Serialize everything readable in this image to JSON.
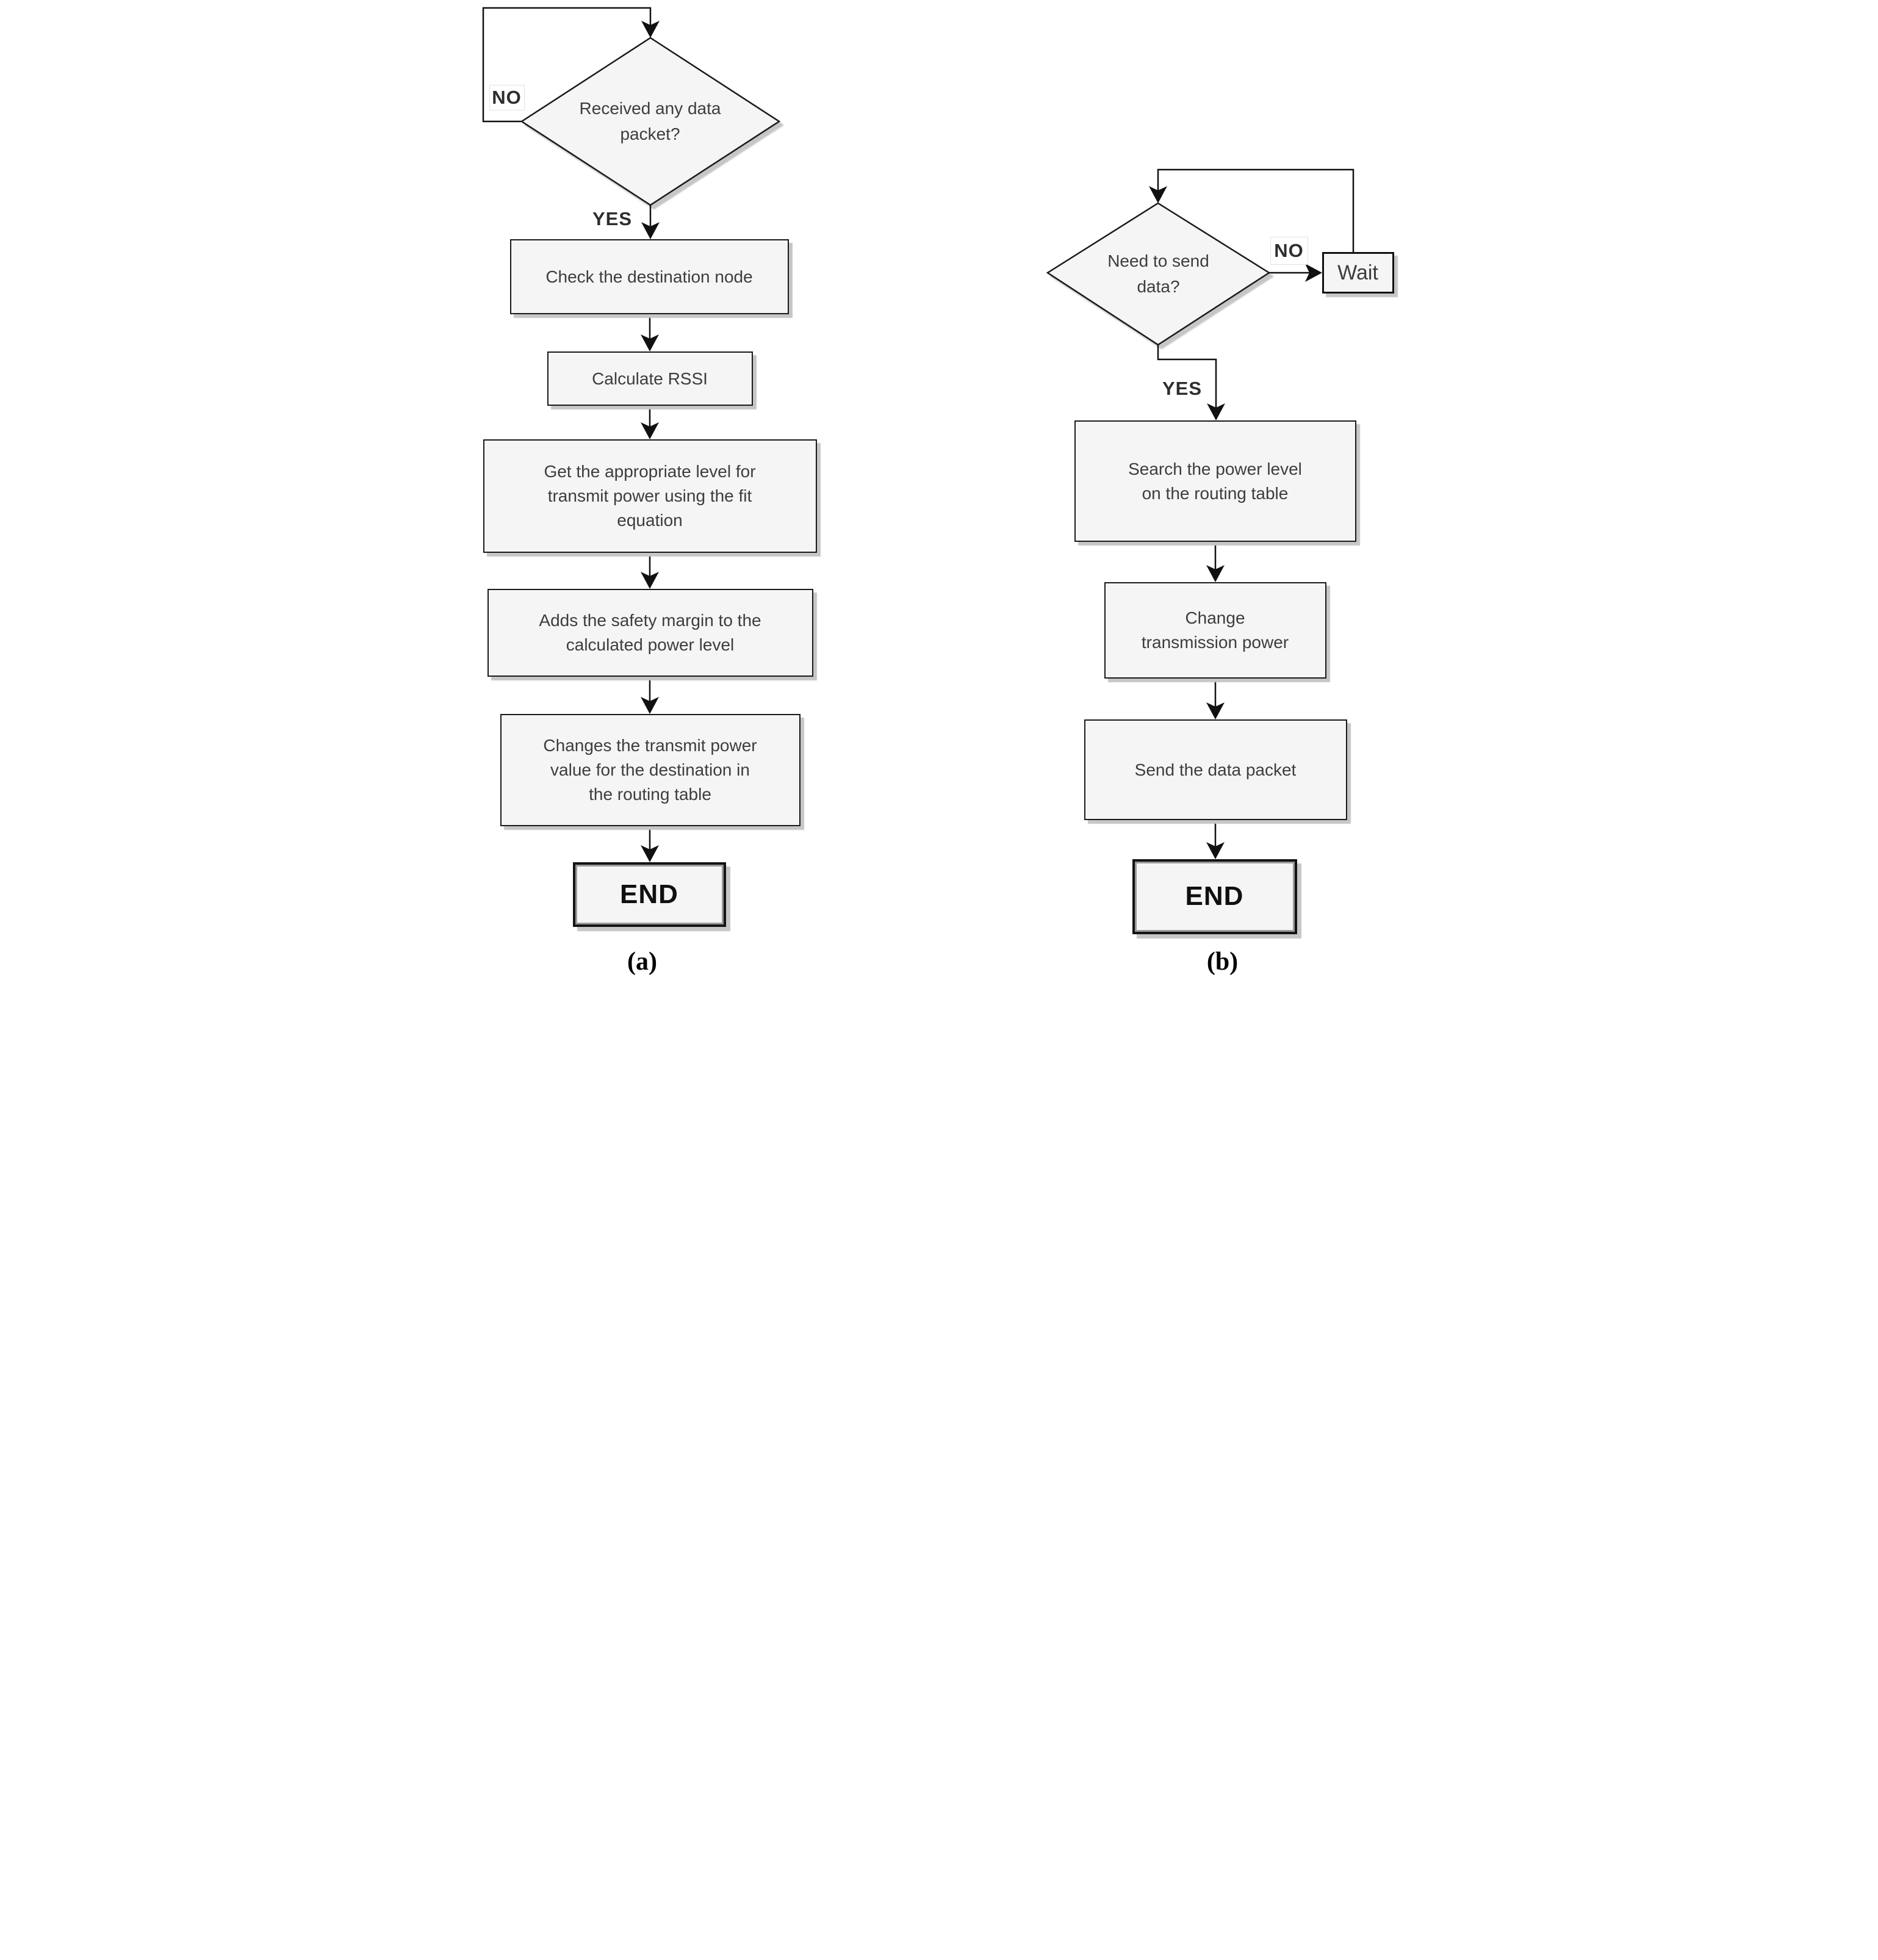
{
  "figure": {
    "caption_a": "(a)",
    "caption_b": "(b)"
  },
  "colors": {
    "shape_fill": "#f5f5f5",
    "shape_border": "#1a1a1a",
    "connector": "#111111",
    "text": "#3d3d3d",
    "shadow": "#c6c6c6"
  },
  "flowchart_a": {
    "decision": "Received any data\npacket?",
    "no_label": "NO",
    "yes_label": "YES",
    "steps": [
      "Check the destination node",
      "Calculate RSSI",
      "Get the appropriate level for\ntransmit power using the fit\nequation",
      "Adds the safety margin to the\ncalculated power level",
      "Changes the transmit power\nvalue for the destination in\nthe routing table"
    ],
    "end_label": "END"
  },
  "flowchart_b": {
    "decision": "Need to send\ndata?",
    "no_label": "NO",
    "yes_label": "YES",
    "wait_label": "Wait",
    "steps": [
      "Search the power level\non the routing table",
      "Change\ntransmission power",
      "Send the data packet"
    ],
    "end_label": "END"
  }
}
